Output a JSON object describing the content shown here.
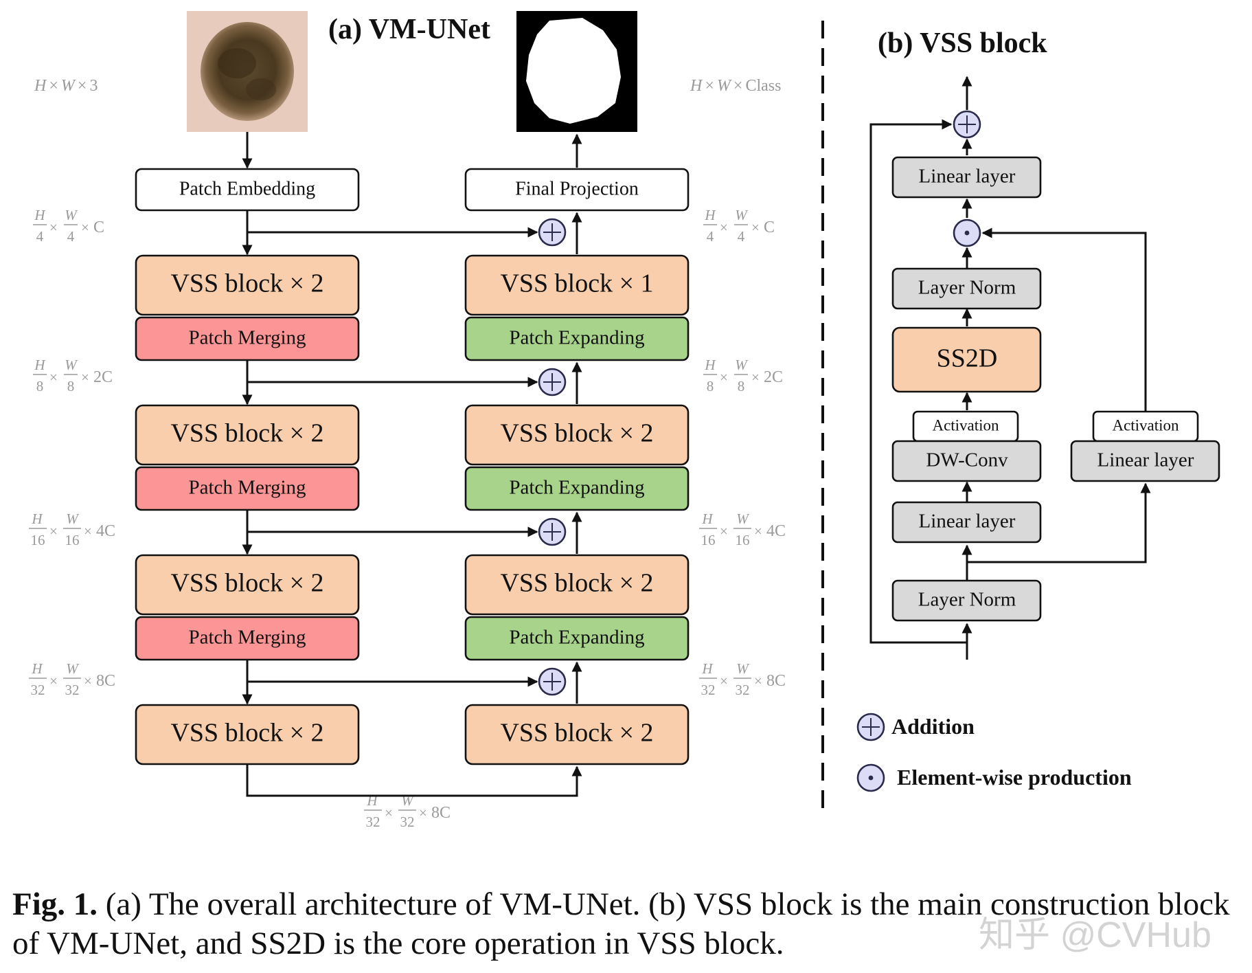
{
  "titles": {
    "a": "(a) VM-UNet",
    "b": "(b) VSS block"
  },
  "colors": {
    "vss": "#f8ceac",
    "merging": "#fc9595",
    "expanding": "#a8d38a",
    "gray": "#d9d9d9",
    "white": "#ffffff",
    "op_circle": "#dcdcf6"
  },
  "images": {
    "input": "skin-lesion-photo",
    "output": "binary-segmentation-mask"
  },
  "encoder": {
    "patch_embedding": "Patch Embedding",
    "stages": [
      {
        "vss": "VSS block × 2",
        "merge": "Patch Merging"
      },
      {
        "vss": "VSS block × 2",
        "merge": "Patch Merging"
      },
      {
        "vss": "VSS block × 2",
        "merge": "Patch Merging"
      },
      {
        "vss": "VSS block × 2"
      }
    ]
  },
  "decoder": {
    "final_projection": "Final Projection",
    "stages": [
      {
        "vss": "VSS block × 1",
        "expand": "Patch Expanding"
      },
      {
        "vss": "VSS block × 2",
        "expand": "Patch Expanding"
      },
      {
        "vss": "VSS block × 2",
        "expand": "Patch Expanding"
      },
      {
        "vss": "VSS block × 2"
      }
    ]
  },
  "dims": {
    "input": [
      "H",
      "×",
      "W",
      "×",
      "3"
    ],
    "output": [
      "H",
      "×",
      "W",
      "×",
      "Class"
    ],
    "levels": [
      {
        "h_den": "4",
        "w_den": "4",
        "ch": "C"
      },
      {
        "h_den": "8",
        "w_den": "8",
        "ch": "2C"
      },
      {
        "h_den": "16",
        "w_den": "16",
        "ch": "4C"
      },
      {
        "h_den": "32",
        "w_den": "32",
        "ch": "8C"
      }
    ],
    "bottleneck": {
      "h_den": "32",
      "w_den": "32",
      "ch": "8C"
    },
    "frac_num_h": "H",
    "frac_num_w": "W",
    "times": "×"
  },
  "vss_block": {
    "linear_top": "Linear layer",
    "layer_norm_top": "Layer Norm",
    "ss2d": "SS2D",
    "activation_left": "Activation",
    "dwconv": "DW-Conv",
    "linear_mid": "Linear layer",
    "layer_norm_bottom": "Layer Norm",
    "activation_right": "Activation",
    "linear_right": "Linear layer"
  },
  "legend": {
    "addition": "Addition",
    "elementwise": "Element-wise production"
  },
  "caption": {
    "label": "Fig. 1.",
    "text": " (a) The overall architecture of VM-UNet. (b) VSS block is the main construction block of VM-UNet, and SS2D is the core operation in VSS block."
  },
  "watermark": "知乎 @CVHub"
}
